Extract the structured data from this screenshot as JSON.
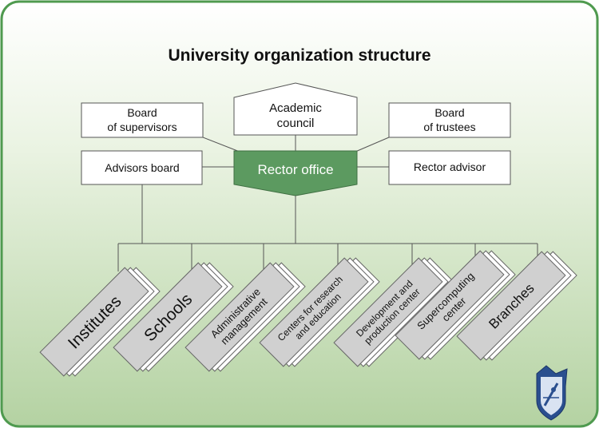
{
  "title": "University organization structure",
  "top_boxes": {
    "board_supervisors": [
      "Board",
      "of supervisors"
    ],
    "academic_council": [
      "Academic",
      "council"
    ],
    "board_trustees": [
      "Board",
      "of trustees"
    ],
    "advisors_board": "Advisors board",
    "rector_office": "Rector office",
    "rector_advisor": "Rector advisor"
  },
  "divisions": [
    {
      "key": "institutes",
      "lines": [
        "Institutes"
      ]
    },
    {
      "key": "schools",
      "lines": [
        "Schools"
      ]
    },
    {
      "key": "administrative-management",
      "lines": [
        "Administrative",
        "management"
      ]
    },
    {
      "key": "centers-research-education",
      "lines": [
        "Centers for research",
        "and education"
      ]
    },
    {
      "key": "development-production-center",
      "lines": [
        "Development and",
        "production center"
      ]
    },
    {
      "key": "supercomputing-center",
      "lines": [
        "Supercomputing",
        "center"
      ]
    },
    {
      "key": "branches",
      "lines": [
        "Branches"
      ]
    }
  ],
  "colors": {
    "frame_border": "#4f9a4f",
    "background_top": "#ffffff",
    "background_bottom": "#b9d5a8",
    "rector_fill": "#5c9a60",
    "card_fill": "#d0d0d0",
    "card_back_fill": "#ffffff",
    "line": "#555555"
  },
  "logo_icon": "university-crest-icon"
}
